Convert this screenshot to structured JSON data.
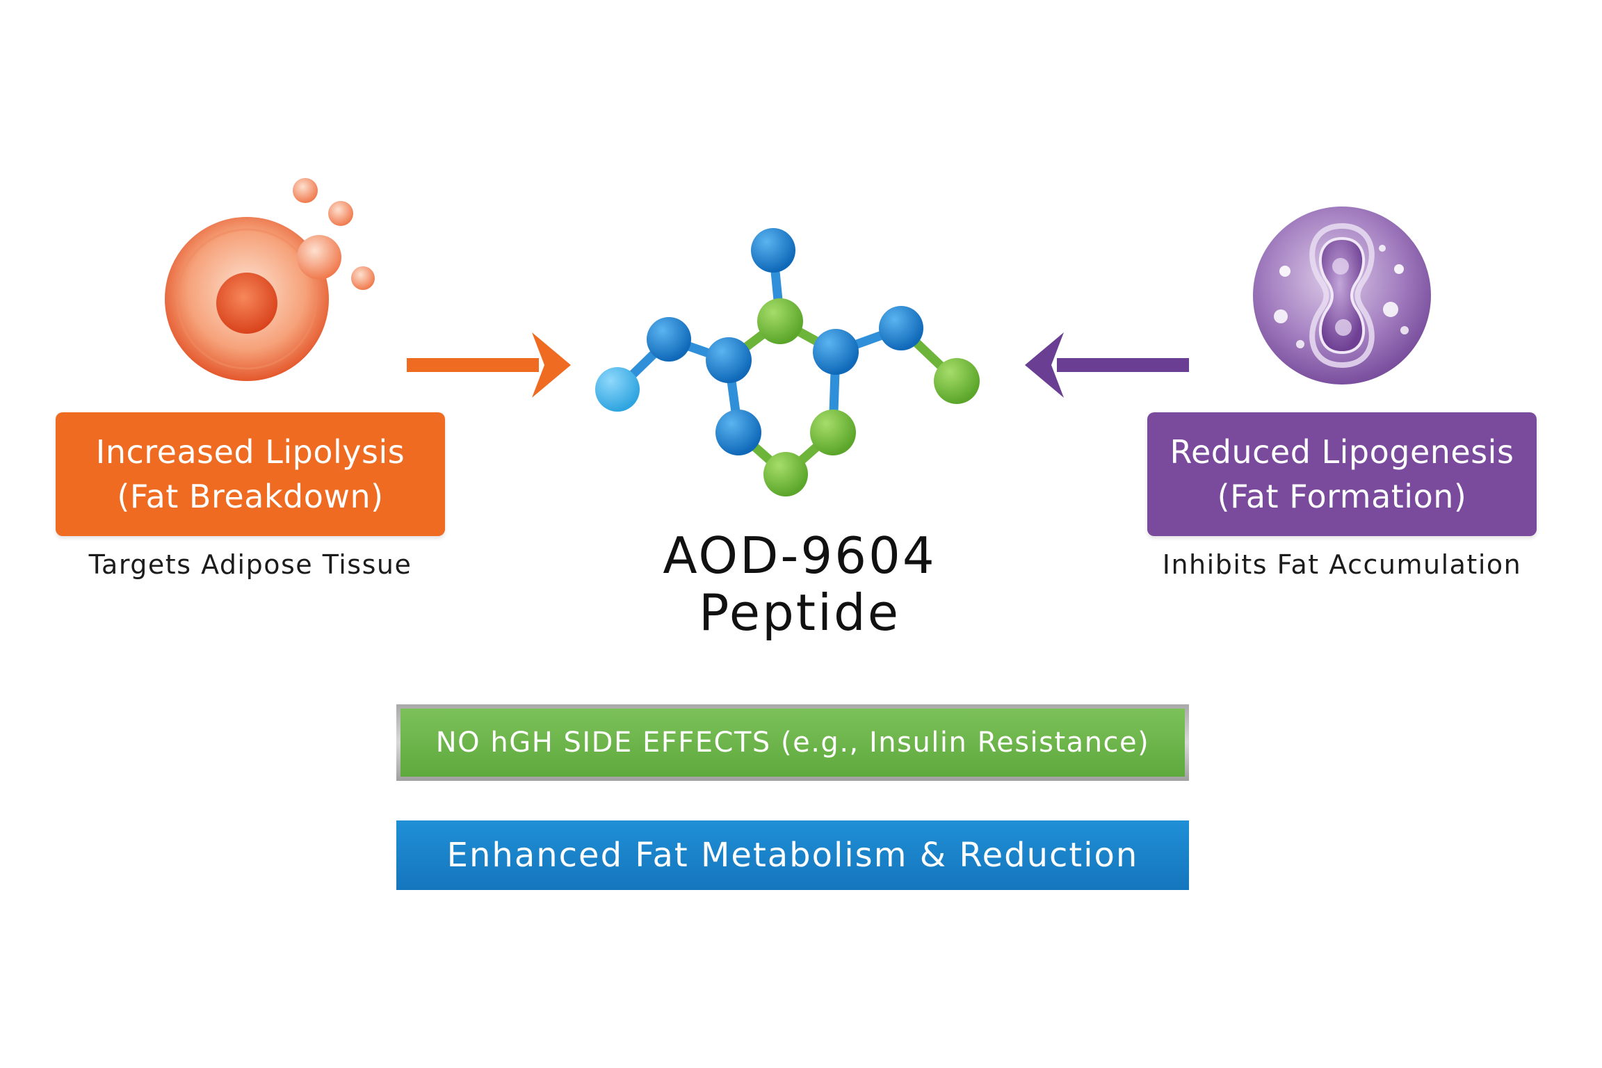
{
  "left": {
    "label_line1": "Increased Lipolysis",
    "label_line2": "(Fat Breakdown)",
    "caption": "Targets Adipose Tissue",
    "color": "#ef6b22",
    "icon": "fat-cell-icon"
  },
  "center": {
    "title_line1": "AOD-9604",
    "title_line2": "Peptide",
    "icon": "molecule-icon",
    "node_blue": "#1a7ed0",
    "node_green": "#76bf3a",
    "node_lightblue": "#3fb2ea"
  },
  "right": {
    "label_line1": "Reduced Lipogenesis",
    "label_line2": "(Fat Formation)",
    "caption": "Inhibits Fat Accumulation",
    "color": "#7a4a9c",
    "icon": "dividing-cell-icon"
  },
  "banners": {
    "green": "NO hGH SIDE EFFECTS (e.g., Insulin Resistance)",
    "blue": "Enhanced Fat Metabolism & Reduction"
  }
}
